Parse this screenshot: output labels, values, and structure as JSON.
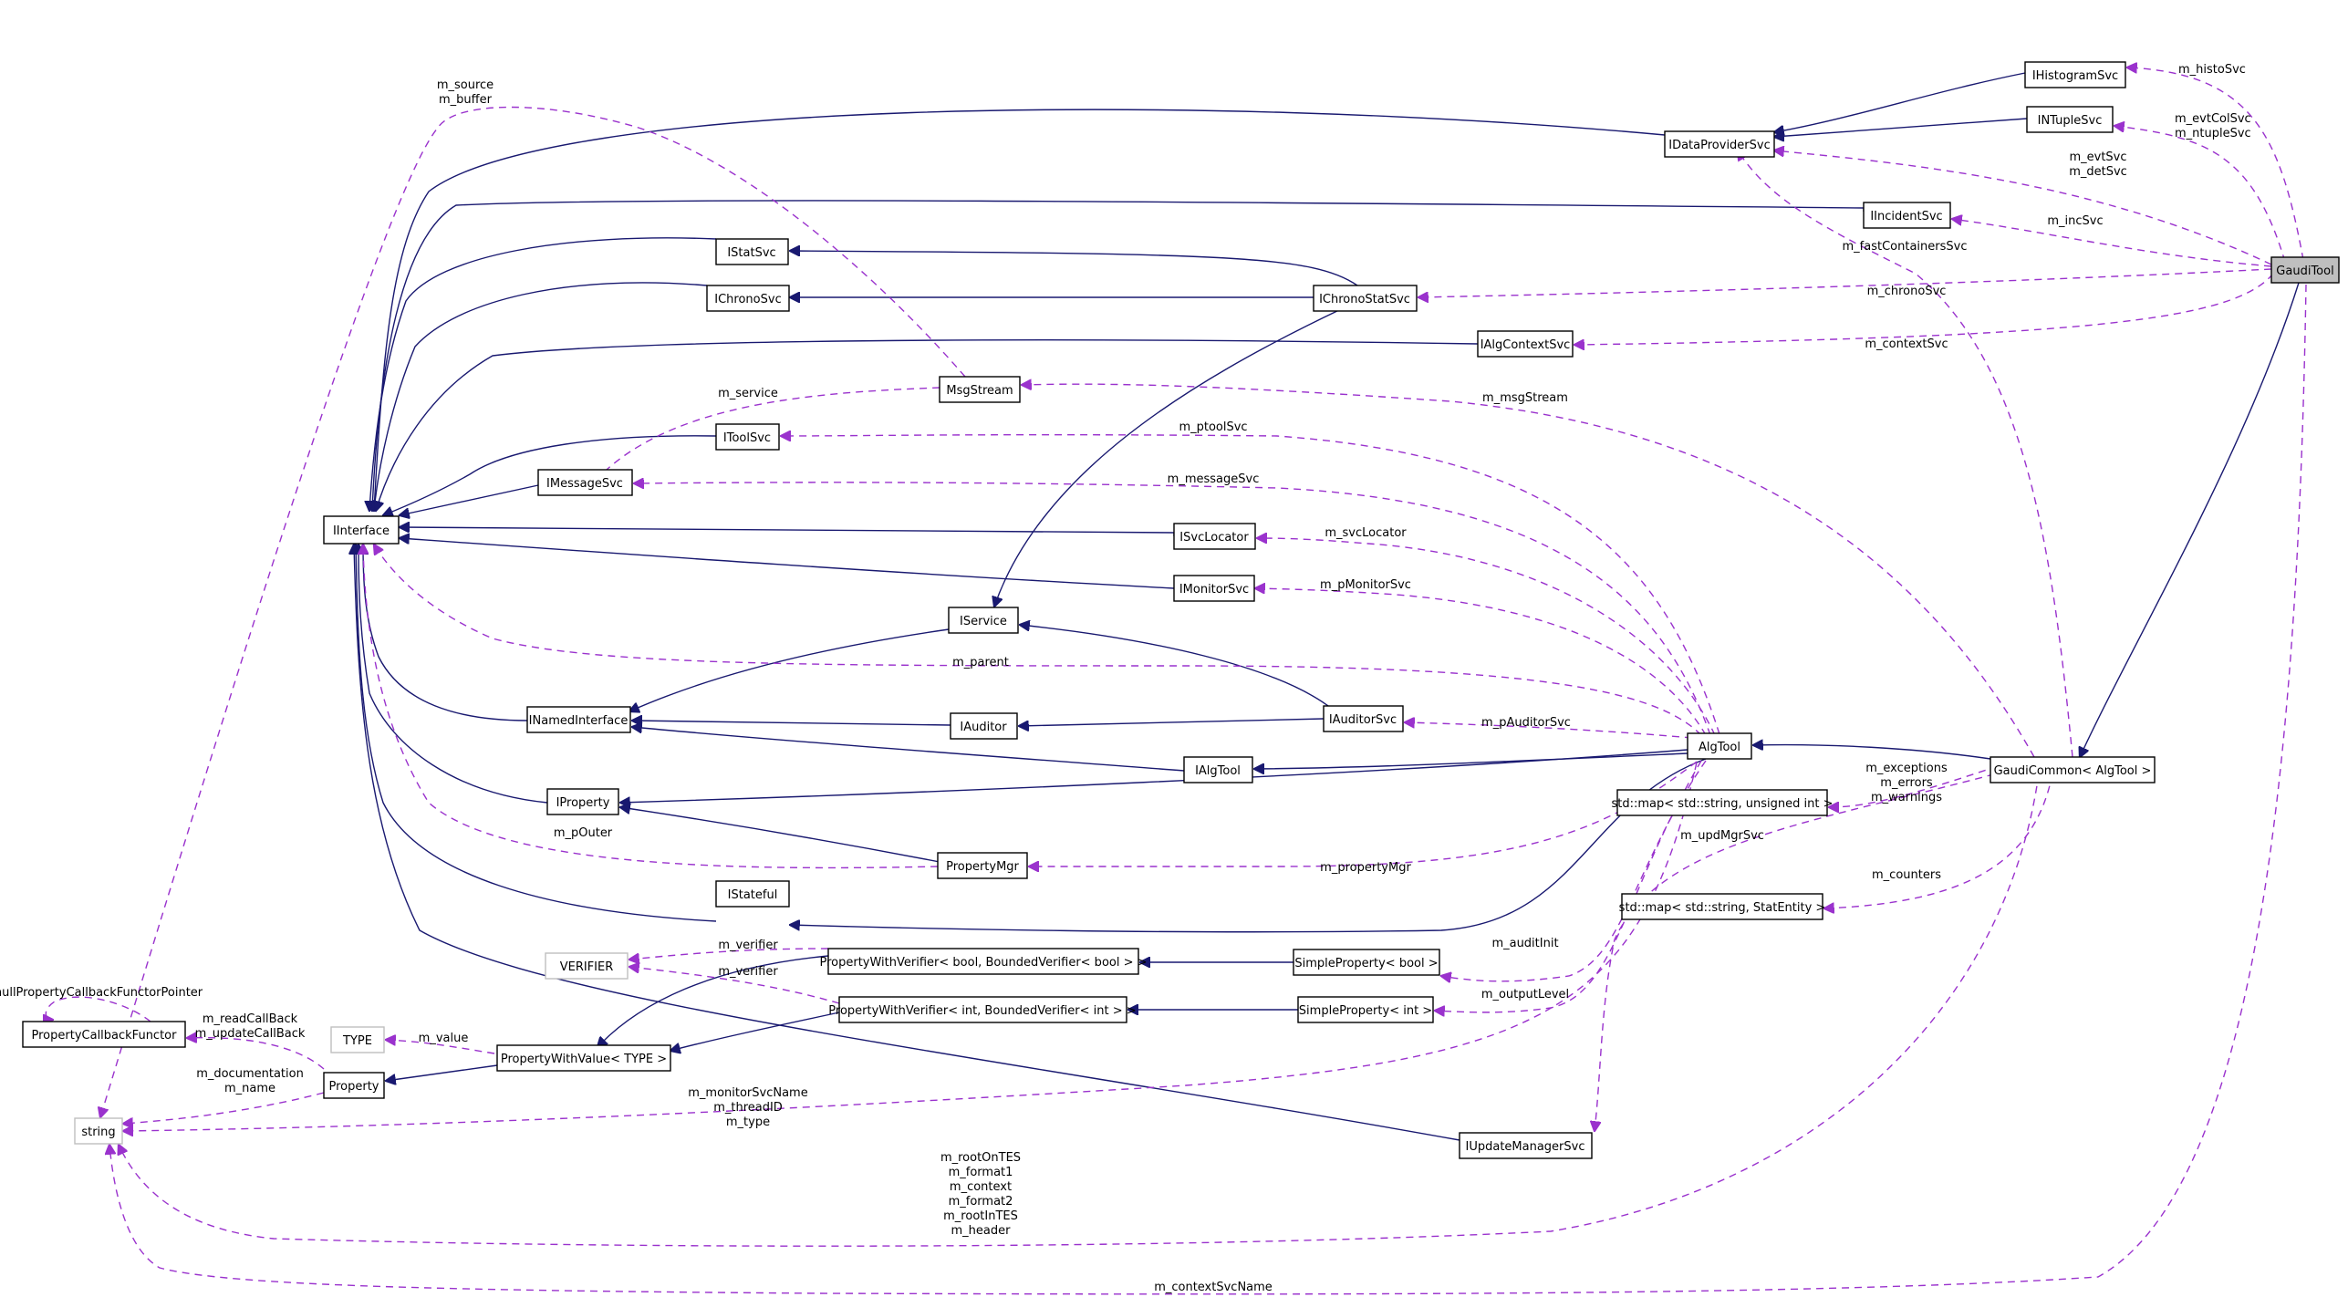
{
  "nodes": {
    "GaudiTool": "GaudiTool",
    "IHistogramSvc": "IHistogramSvc",
    "INTupleSvc": "INTupleSvc",
    "IDataProviderSvc": "IDataProviderSvc",
    "IIncidentSvc": "IIncidentSvc",
    "IStatSvc": "IStatSvc",
    "IChronoSvc": "IChronoSvc",
    "IChronoStatSvc": "IChronoStatSvc",
    "IAlgContextSvc": "IAlgContextSvc",
    "MsgStream": "MsgStream",
    "IToolSvc": "IToolSvc",
    "IMessageSvc": "IMessageSvc",
    "IInterface": "IInterface",
    "ISvcLocator": "ISvcLocator",
    "IMonitorSvc": "IMonitorSvc",
    "IService": "IService",
    "INamedInterface": "INamedInterface",
    "IAuditor": "IAuditor",
    "IAuditorSvc": "IAuditorSvc",
    "AlgTool": "AlgTool",
    "IAlgTool": "IAlgTool",
    "GaudiCommon": "GaudiCommon< AlgTool >",
    "IProperty": "IProperty",
    "MapUnsigned": "std::map< std::string, unsigned int >",
    "PropertyMgr": "PropertyMgr",
    "IStateful": "IStateful",
    "MapStat": "std::map< std::string, StatEntity >",
    "VERIFIER": "VERIFIER",
    "PWVBool": "PropertyWithVerifier< bool, BoundedVerifier< bool > >",
    "SimpleBool": "SimpleProperty< bool >",
    "PWVInt": "PropertyWithVerifier< int, BoundedVerifier< int > >",
    "SimpleInt": "SimpleProperty< int >",
    "PropertyCallbackFunctor": "PropertyCallbackFunctor",
    "TYPE": "TYPE",
    "PWValue": "PropertyWithValue< TYPE >",
    "Property": "Property",
    "string": "string",
    "IUpdateManagerSvc": "IUpdateManagerSvc"
  },
  "edge_labels": {
    "histoSvc": [
      "m_histoSvc"
    ],
    "evtColSvc": [
      "m_evtColSvc",
      "m_ntupleSvc"
    ],
    "evtSvc": [
      "m_evtSvc",
      "m_detSvc"
    ],
    "incSvc": [
      "m_incSvc"
    ],
    "fastContainersSvc": [
      "m_fastContainersSvc"
    ],
    "chronoSvc": [
      "m_chronoSvc"
    ],
    "contextSvc": [
      "m_contextSvc"
    ],
    "msgStream": [
      "m_msgStream"
    ],
    "service": [
      "m_service"
    ],
    "ptoolSvc": [
      "m_ptoolSvc"
    ],
    "messageSvc": [
      "m_messageSvc"
    ],
    "svcLocator": [
      "m_svcLocator"
    ],
    "pMonitorSvc": [
      "m_pMonitorSvc"
    ],
    "parent": [
      "m_parent"
    ],
    "pAuditorSvc": [
      "m_pAuditorSvc"
    ],
    "exceptions": [
      "m_exceptions",
      "m_errors",
      "m_warnings"
    ],
    "updMgrSvc": [
      "m_updMgrSvc"
    ],
    "pOuter": [
      "m_pOuter"
    ],
    "counters": [
      "m_counters"
    ],
    "propertyMgr": [
      "m_propertyMgr"
    ],
    "auditInit": [
      "m_auditInit"
    ],
    "outputLevel": [
      "m_outputLevel"
    ],
    "verifier1": [
      "m_verifier"
    ],
    "verifier2": [
      "m_verifier"
    ],
    "nullPCF": [
      "nullPropertyCallbackFunctorPointer"
    ],
    "readCallBack": [
      "m_readCallBack",
      "m_updateCallBack"
    ],
    "value": [
      "m_value"
    ],
    "documentation": [
      "m_documentation",
      "m_name"
    ],
    "monitorSvcName": [
      "m_monitorSvcName",
      "m_threadID",
      "m_type"
    ],
    "rootOnTES": [
      "m_rootOnTES",
      "m_format1",
      "m_context",
      "m_format2",
      "m_rootInTES",
      "m_header"
    ],
    "contextSvcName": [
      "m_contextSvcName"
    ],
    "source": [
      "m_source",
      "m_buffer"
    ]
  },
  "colors": {
    "inheritance": "#191970",
    "usage": "#9a32cd",
    "highlight_fill": "#bfbfbf",
    "external_border": "#bfbfbf"
  }
}
